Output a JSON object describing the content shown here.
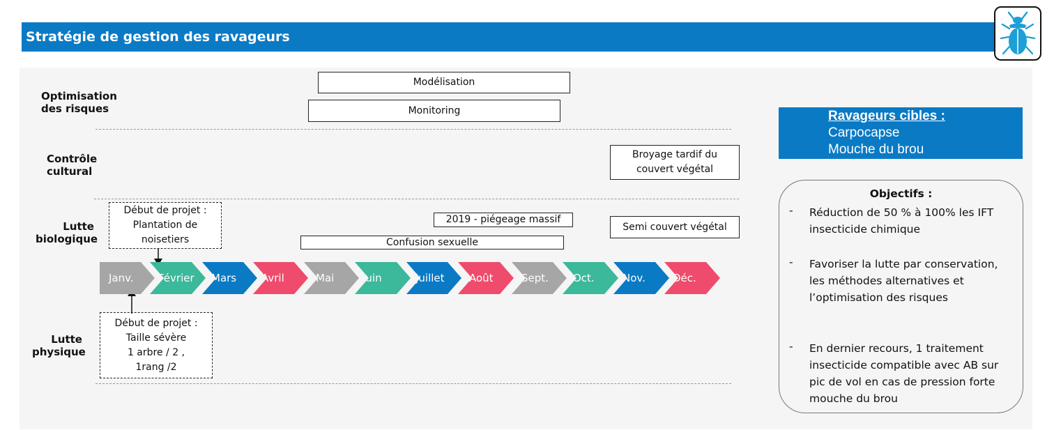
{
  "header": {
    "title": "Stratégie de gestion des ravageurs",
    "logo_icon": "beetle-icon",
    "accent_color": "#0a7ac5"
  },
  "rows": {
    "risk": "Optimisation\ndes risques",
    "cultural": "Contrôle\ncultural",
    "biological": "Lutte\nbiologique",
    "physical": "Lutte\nphysique"
  },
  "activities": {
    "modelisation": "Modélisation",
    "monitoring": "Monitoring",
    "broyage": "Broyage tardif du\ncouvert végétal",
    "piegeage": "2019 - piégeage massif",
    "semi": "Semi couvert végétal",
    "confusion": "Confusion sexuelle",
    "projet_plantation": "Début de projet :\nPlantation de\nnoisetiers",
    "projet_taille": "Début de projet :\nTaille sévère\n1 arbre / 2 ,\n1rang /2"
  },
  "months": [
    {
      "label": "Janv.",
      "color": "#a6a6a6"
    },
    {
      "label": "Février",
      "color": "#3cb89a"
    },
    {
      "label": "Mars",
      "color": "#0a7ac5"
    },
    {
      "label": "Avril",
      "color": "#ef4b6c"
    },
    {
      "label": "Mai",
      "color": "#a6a6a6"
    },
    {
      "label": "Juin",
      "color": "#3cb89a"
    },
    {
      "label": "Juillet",
      "color": "#0a7ac5"
    },
    {
      "label": "Août",
      "color": "#ef4b6c"
    },
    {
      "label": "Sept.",
      "color": "#a6a6a6"
    },
    {
      "label": "Oct.",
      "color": "#3cb89a"
    },
    {
      "label": "Nov.",
      "color": "#0a7ac5"
    },
    {
      "label": "Déc.",
      "color": "#ef4b6c"
    }
  ],
  "targets": {
    "title": "Ravageurs cibles :",
    "items": [
      "Carpocapse",
      "Mouche du brou"
    ]
  },
  "objectives": {
    "title": "Objectifs :",
    "items": [
      "Réduction de 50 % à 100% les IFT insecticide chimique",
      "Favoriser la lutte par conservation, les méthodes alternatives et l’optimisation des risques",
      "En dernier recours, 1 traitement insecticide compatible avec AB sur pic de vol en cas de pression forte mouche du brou"
    ]
  }
}
